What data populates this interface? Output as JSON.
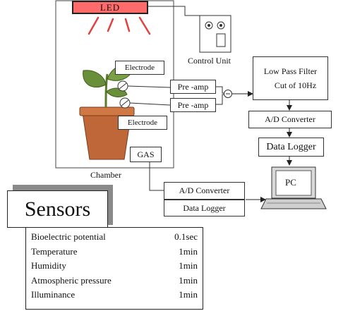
{
  "chamber": {
    "label": "Chamber",
    "led": "LED",
    "electrode_top": "Electrode",
    "electrode_bottom": "Electrode",
    "gas": "GAS"
  },
  "control_unit": "Control Unit",
  "preamp_top": "Pre -amp",
  "preamp_bottom": "Pre -amp",
  "lpf": {
    "line1": "Low Pass Filter",
    "line2": "Cut of 10Hz"
  },
  "ad_converter_right": "A/D Converter",
  "data_logger_right": "Data Logger",
  "pc": "PC",
  "ad_converter_left": "A/D Converter",
  "data_logger_left": "Data Logger",
  "sensors": {
    "title": "Sensors",
    "rows": [
      {
        "name": "Bioelectric potential",
        "interval": "0.1sec"
      },
      {
        "name": "Temperature",
        "interval": "1min"
      },
      {
        "name": "Humidity",
        "interval": "1min"
      },
      {
        "name": "Atmospheric pressure",
        "interval": "1min"
      },
      {
        "name": "Illuminance",
        "interval": "1min"
      }
    ]
  },
  "colors": {
    "led": "#ff6b6b",
    "led_ray": "#e0433f",
    "pot": "#c0673a",
    "leaf": "#6a8f3a",
    "title_shadow": "#8a8a8a"
  }
}
